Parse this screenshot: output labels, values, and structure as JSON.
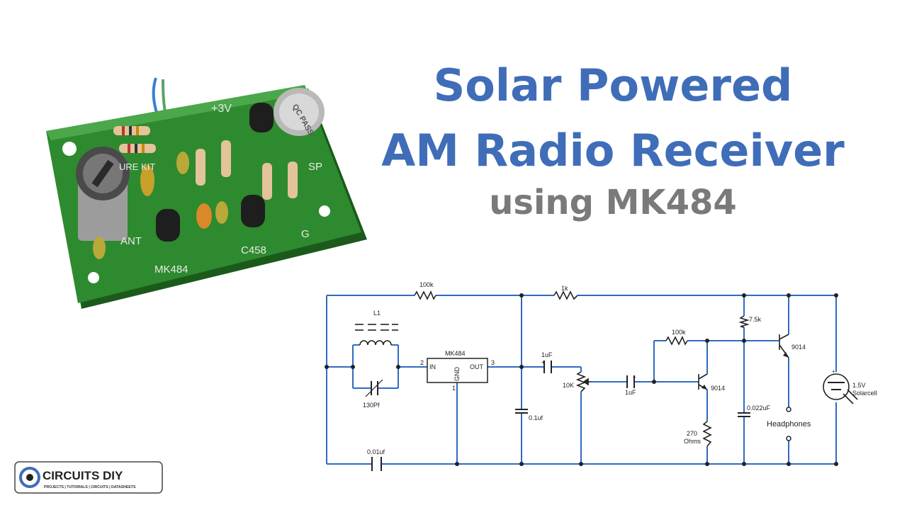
{
  "title": {
    "line1": "Solar Powered",
    "line2": "AM Radio Receiver",
    "line3": "using MK484"
  },
  "board": {
    "silkscreen": [
      "+3V",
      "QC PASS",
      "URE KIT",
      "SP",
      "ANT",
      "MK484",
      "C458",
      "G"
    ]
  },
  "schematic": {
    "labels": {
      "r100k_top": "100k",
      "r1k": "1k",
      "l1": "L1",
      "c130": "130Pf",
      "ic": "MK484",
      "pin_in": "IN",
      "pin_out": "OUT",
      "pin_gnd": "GND",
      "pin2": "2",
      "pin3": "3",
      "pin1": "1",
      "c1uf_a": "1uF",
      "pot": "10K",
      "c1uf_b": "1uF",
      "c01": "0.1uf",
      "c001": "0.01uf",
      "r100k_b": "100k",
      "r75": "7.5k",
      "q1": "9014",
      "q2": "9014",
      "r270a": "270",
      "r270b": "Ohms",
      "c0022": "0.022uF",
      "hp": "Headphones",
      "cell_v": "1.5V",
      "cell_n": "Solarcell"
    }
  },
  "logo": {
    "name": "CIRCUITS DIY",
    "tagline": "PROJECTS | TUTORIALS | CIRCUITS | DATASHEETS"
  },
  "colors": {
    "accent": "#3f6db8",
    "subtitle": "#7a7a7a",
    "wire": "#2f6bc2",
    "board": "#2e8a2e"
  }
}
